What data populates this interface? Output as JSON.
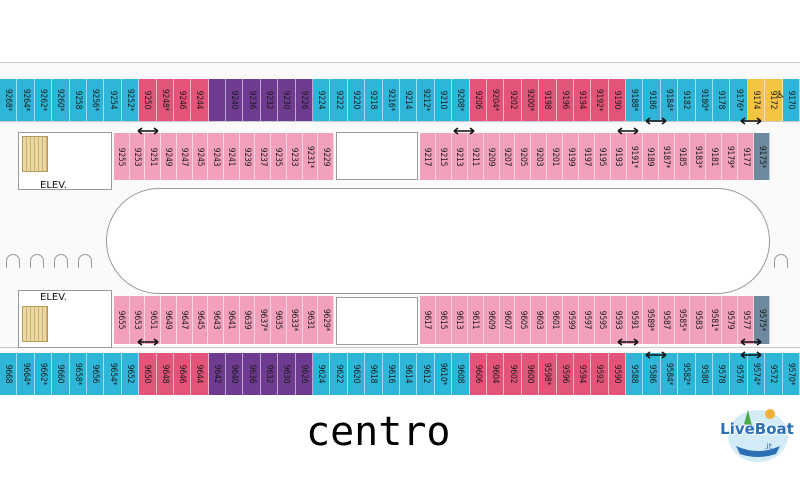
{
  "colors": {
    "teal": "#2eb6d8",
    "red": "#e45478",
    "purple": "#6e3b91",
    "pink": "#f3a0bd",
    "slate": "#6e8a9e",
    "yellow": "#f5c542"
  },
  "labels": {
    "elevator_top": "ELEV.",
    "elevator_bottom": "ELEV.",
    "section_title": "centro",
    "logo_text": "LiveBoat",
    "logo_domain": ".it",
    "accessible_icon": "♿"
  },
  "icons": {
    "connecting_door": "double-arrow-icon",
    "accessible": "wheelchair-icon",
    "logo": "liveboat-logo-icon"
  },
  "rows": {
    "top_outer": [
      {
        "num": "9268",
        "star": true,
        "color": "teal"
      },
      {
        "num": "9264",
        "star": true,
        "color": "teal"
      },
      {
        "num": "9262",
        "star": true,
        "color": "teal"
      },
      {
        "num": "9260",
        "star": true,
        "color": "teal"
      },
      {
        "num": "9258",
        "star": false,
        "color": "teal"
      },
      {
        "num": "9256",
        "star": true,
        "color": "teal"
      },
      {
        "num": "9254",
        "star": false,
        "color": "teal"
      },
      {
        "num": "9252",
        "star": true,
        "color": "teal"
      },
      {
        "num": "9250",
        "star": false,
        "color": "red"
      },
      {
        "num": "9248",
        "star": true,
        "color": "red"
      },
      {
        "num": "9246",
        "star": false,
        "color": "red"
      },
      {
        "num": "9244",
        "star": false,
        "color": "red"
      },
      {
        "num": "",
        "star": false,
        "color": "purple"
      },
      {
        "num": "9240",
        "star": false,
        "color": "purple"
      },
      {
        "num": "9236",
        "star": false,
        "color": "purple"
      },
      {
        "num": "9232",
        "star": false,
        "color": "purple"
      },
      {
        "num": "9230",
        "star": false,
        "color": "purple"
      },
      {
        "num": "9226",
        "star": false,
        "color": "purple"
      },
      {
        "num": "9224",
        "star": false,
        "color": "teal"
      },
      {
        "num": "9222",
        "star": false,
        "color": "teal"
      },
      {
        "num": "9220",
        "star": false,
        "color": "teal"
      },
      {
        "num": "9218",
        "star": false,
        "color": "teal"
      },
      {
        "num": "9216",
        "star": true,
        "color": "teal"
      },
      {
        "num": "9214",
        "star": false,
        "color": "teal"
      },
      {
        "num": "9212",
        "star": true,
        "color": "teal"
      },
      {
        "num": "9210",
        "star": false,
        "color": "teal"
      },
      {
        "num": "9208",
        "star": true,
        "color": "teal"
      },
      {
        "num": "9206",
        "star": false,
        "color": "red"
      },
      {
        "num": "9204",
        "star": true,
        "color": "red"
      },
      {
        "num": "9202",
        "star": false,
        "color": "red"
      },
      {
        "num": "9200",
        "star": true,
        "color": "red"
      },
      {
        "num": "9198",
        "star": false,
        "color": "red"
      },
      {
        "num": "9196",
        "star": false,
        "color": "red"
      },
      {
        "num": "9194",
        "star": false,
        "color": "red"
      },
      {
        "num": "9192",
        "star": true,
        "color": "red"
      },
      {
        "num": "9190",
        "star": false,
        "color": "red"
      },
      {
        "num": "9188",
        "star": true,
        "color": "teal"
      },
      {
        "num": "9186",
        "star": false,
        "color": "teal"
      },
      {
        "num": "9184",
        "star": true,
        "color": "teal"
      },
      {
        "num": "9182",
        "star": false,
        "color": "teal"
      },
      {
        "num": "9180",
        "star": true,
        "color": "teal"
      },
      {
        "num": "9178",
        "star": false,
        "color": "teal"
      },
      {
        "num": "9176",
        "star": true,
        "color": "teal"
      },
      {
        "num": "9174",
        "star": false,
        "color": "yellow"
      },
      {
        "num": "9172",
        "star": false,
        "color": "yellow"
      },
      {
        "num": "9170",
        "star": false,
        "color": "teal"
      }
    ],
    "top_inner_left": [
      {
        "num": "9255",
        "star": false,
        "color": "pink"
      },
      {
        "num": "9253",
        "star": false,
        "color": "pink"
      },
      {
        "num": "9251",
        "star": false,
        "color": "pink"
      },
      {
        "num": "9249",
        "star": false,
        "color": "pink"
      },
      {
        "num": "9247",
        "star": false,
        "color": "pink"
      },
      {
        "num": "9245",
        "star": false,
        "color": "pink"
      },
      {
        "num": "9243",
        "star": false,
        "color": "pink"
      },
      {
        "num": "9241",
        "star": false,
        "color": "pink"
      },
      {
        "num": "9239",
        "star": false,
        "color": "pink"
      },
      {
        "num": "9237",
        "star": false,
        "color": "pink"
      },
      {
        "num": "9235",
        "star": false,
        "color": "pink"
      },
      {
        "num": "9233",
        "star": false,
        "color": "pink"
      },
      {
        "num": "9231",
        "star": true,
        "color": "pink"
      },
      {
        "num": "9229",
        "star": false,
        "color": "pink"
      }
    ],
    "top_inner_right": [
      {
        "num": "9217",
        "star": false,
        "color": "pink"
      },
      {
        "num": "9215",
        "star": false,
        "color": "pink"
      },
      {
        "num": "9213",
        "star": false,
        "color": "pink"
      },
      {
        "num": "9211",
        "star": false,
        "color": "pink"
      },
      {
        "num": "9209",
        "star": false,
        "color": "pink"
      },
      {
        "num": "9207",
        "star": false,
        "color": "pink"
      },
      {
        "num": "9205",
        "star": false,
        "color": "pink"
      },
      {
        "num": "9203",
        "star": false,
        "color": "pink"
      },
      {
        "num": "9201",
        "star": false,
        "color": "pink"
      },
      {
        "num": "9199",
        "star": false,
        "color": "pink"
      },
      {
        "num": "9197",
        "star": false,
        "color": "pink"
      },
      {
        "num": "9195",
        "star": false,
        "color": "pink"
      },
      {
        "num": "9193",
        "star": false,
        "color": "pink"
      },
      {
        "num": "9191",
        "star": true,
        "color": "pink"
      },
      {
        "num": "9189",
        "star": false,
        "color": "pink"
      },
      {
        "num": "9187",
        "star": true,
        "color": "pink"
      },
      {
        "num": "9185",
        "star": false,
        "color": "pink"
      },
      {
        "num": "9183",
        "star": true,
        "color": "pink"
      },
      {
        "num": "9181",
        "star": false,
        "color": "pink"
      },
      {
        "num": "9179",
        "star": true,
        "color": "pink"
      },
      {
        "num": "9177",
        "star": false,
        "color": "pink"
      },
      {
        "num": "9175",
        "star": true,
        "color": "slate"
      }
    ],
    "bottom_inner_left": [
      {
        "num": "9655",
        "star": false,
        "color": "pink"
      },
      {
        "num": "9653",
        "star": false,
        "color": "pink"
      },
      {
        "num": "9651",
        "star": false,
        "color": "pink"
      },
      {
        "num": "9649",
        "star": false,
        "color": "pink"
      },
      {
        "num": "9647",
        "star": false,
        "color": "pink"
      },
      {
        "num": "9645",
        "star": false,
        "color": "pink"
      },
      {
        "num": "9643",
        "star": false,
        "color": "pink"
      },
      {
        "num": "9641",
        "star": false,
        "color": "pink"
      },
      {
        "num": "9639",
        "star": false,
        "color": "pink"
      },
      {
        "num": "9637",
        "star": true,
        "color": "pink"
      },
      {
        "num": "9635",
        "star": false,
        "color": "pink"
      },
      {
        "num": "9633",
        "star": true,
        "color": "pink"
      },
      {
        "num": "9631",
        "star": false,
        "color": "pink"
      },
      {
        "num": "9629",
        "star": true,
        "color": "pink"
      }
    ],
    "bottom_inner_right": [
      {
        "num": "9617",
        "star": false,
        "color": "pink"
      },
      {
        "num": "9615",
        "star": false,
        "color": "pink"
      },
      {
        "num": "9613",
        "star": false,
        "color": "pink"
      },
      {
        "num": "9611",
        "star": false,
        "color": "pink"
      },
      {
        "num": "9609",
        "star": false,
        "color": "pink"
      },
      {
        "num": "9607",
        "star": false,
        "color": "pink"
      },
      {
        "num": "9605",
        "star": false,
        "color": "pink"
      },
      {
        "num": "9603",
        "star": false,
        "color": "pink"
      },
      {
        "num": "9601",
        "star": false,
        "color": "pink"
      },
      {
        "num": "9599",
        "star": false,
        "color": "pink"
      },
      {
        "num": "9597",
        "star": false,
        "color": "pink"
      },
      {
        "num": "9595",
        "star": false,
        "color": "pink"
      },
      {
        "num": "9593",
        "star": false,
        "color": "pink"
      },
      {
        "num": "9591",
        "star": false,
        "color": "pink"
      },
      {
        "num": "9589",
        "star": true,
        "color": "pink"
      },
      {
        "num": "9587",
        "star": false,
        "color": "pink"
      },
      {
        "num": "9585",
        "star": true,
        "color": "pink"
      },
      {
        "num": "9583",
        "star": false,
        "color": "pink"
      },
      {
        "num": "9581",
        "star": true,
        "color": "pink"
      },
      {
        "num": "9579",
        "star": false,
        "color": "pink"
      },
      {
        "num": "9577",
        "star": false,
        "color": "pink"
      },
      {
        "num": "9575",
        "star": true,
        "color": "slate"
      }
    ],
    "bottom_outer": [
      {
        "num": "9668",
        "star": false,
        "color": "teal"
      },
      {
        "num": "9664",
        "star": true,
        "color": "teal"
      },
      {
        "num": "9662",
        "star": true,
        "color": "teal"
      },
      {
        "num": "9660",
        "star": false,
        "color": "teal"
      },
      {
        "num": "9658",
        "star": true,
        "color": "teal"
      },
      {
        "num": "9656",
        "star": false,
        "color": "teal"
      },
      {
        "num": "9654",
        "star": true,
        "color": "teal"
      },
      {
        "num": "9652",
        "star": false,
        "color": "teal"
      },
      {
        "num": "9650",
        "star": false,
        "color": "red"
      },
      {
        "num": "9648",
        "star": false,
        "color": "red"
      },
      {
        "num": "9646",
        "star": false,
        "color": "red"
      },
      {
        "num": "9644",
        "star": false,
        "color": "red"
      },
      {
        "num": "9642",
        "star": false,
        "color": "purple"
      },
      {
        "num": "9640",
        "star": false,
        "color": "purple"
      },
      {
        "num": "9636",
        "star": false,
        "color": "purple"
      },
      {
        "num": "9632",
        "star": false,
        "color": "purple"
      },
      {
        "num": "9630",
        "star": false,
        "color": "purple"
      },
      {
        "num": "9626",
        "star": false,
        "color": "purple"
      },
      {
        "num": "9624",
        "star": false,
        "color": "teal"
      },
      {
        "num": "9622",
        "star": false,
        "color": "teal"
      },
      {
        "num": "9620",
        "star": false,
        "color": "teal"
      },
      {
        "num": "9618",
        "star": false,
        "color": "teal"
      },
      {
        "num": "9616",
        "star": false,
        "color": "teal"
      },
      {
        "num": "9614",
        "star": false,
        "color": "teal"
      },
      {
        "num": "9612",
        "star": false,
        "color": "teal"
      },
      {
        "num": "9610",
        "star": true,
        "color": "teal"
      },
      {
        "num": "9608",
        "star": false,
        "color": "teal"
      },
      {
        "num": "9606",
        "star": false,
        "color": "red"
      },
      {
        "num": "9604",
        "star": false,
        "color": "red"
      },
      {
        "num": "9602",
        "star": false,
        "color": "red"
      },
      {
        "num": "9600",
        "star": false,
        "color": "red"
      },
      {
        "num": "9598",
        "star": true,
        "color": "red"
      },
      {
        "num": "9596",
        "star": false,
        "color": "red"
      },
      {
        "num": "9594",
        "star": false,
        "color": "red"
      },
      {
        "num": "9592",
        "star": false,
        "color": "red"
      },
      {
        "num": "9590",
        "star": false,
        "color": "red"
      },
      {
        "num": "9588",
        "star": false,
        "color": "teal"
      },
      {
        "num": "9586",
        "star": false,
        "color": "teal"
      },
      {
        "num": "9584",
        "star": true,
        "color": "teal"
      },
      {
        "num": "9582",
        "star": true,
        "color": "teal"
      },
      {
        "num": "9580",
        "star": false,
        "color": "teal"
      },
      {
        "num": "9578",
        "star": false,
        "color": "teal"
      },
      {
        "num": "9576",
        "star": false,
        "color": "teal"
      },
      {
        "num": "9574",
        "star": true,
        "color": "teal"
      },
      {
        "num": "9572",
        "star": false,
        "color": "teal"
      },
      {
        "num": "9570",
        "star": true,
        "color": "teal"
      }
    ]
  }
}
